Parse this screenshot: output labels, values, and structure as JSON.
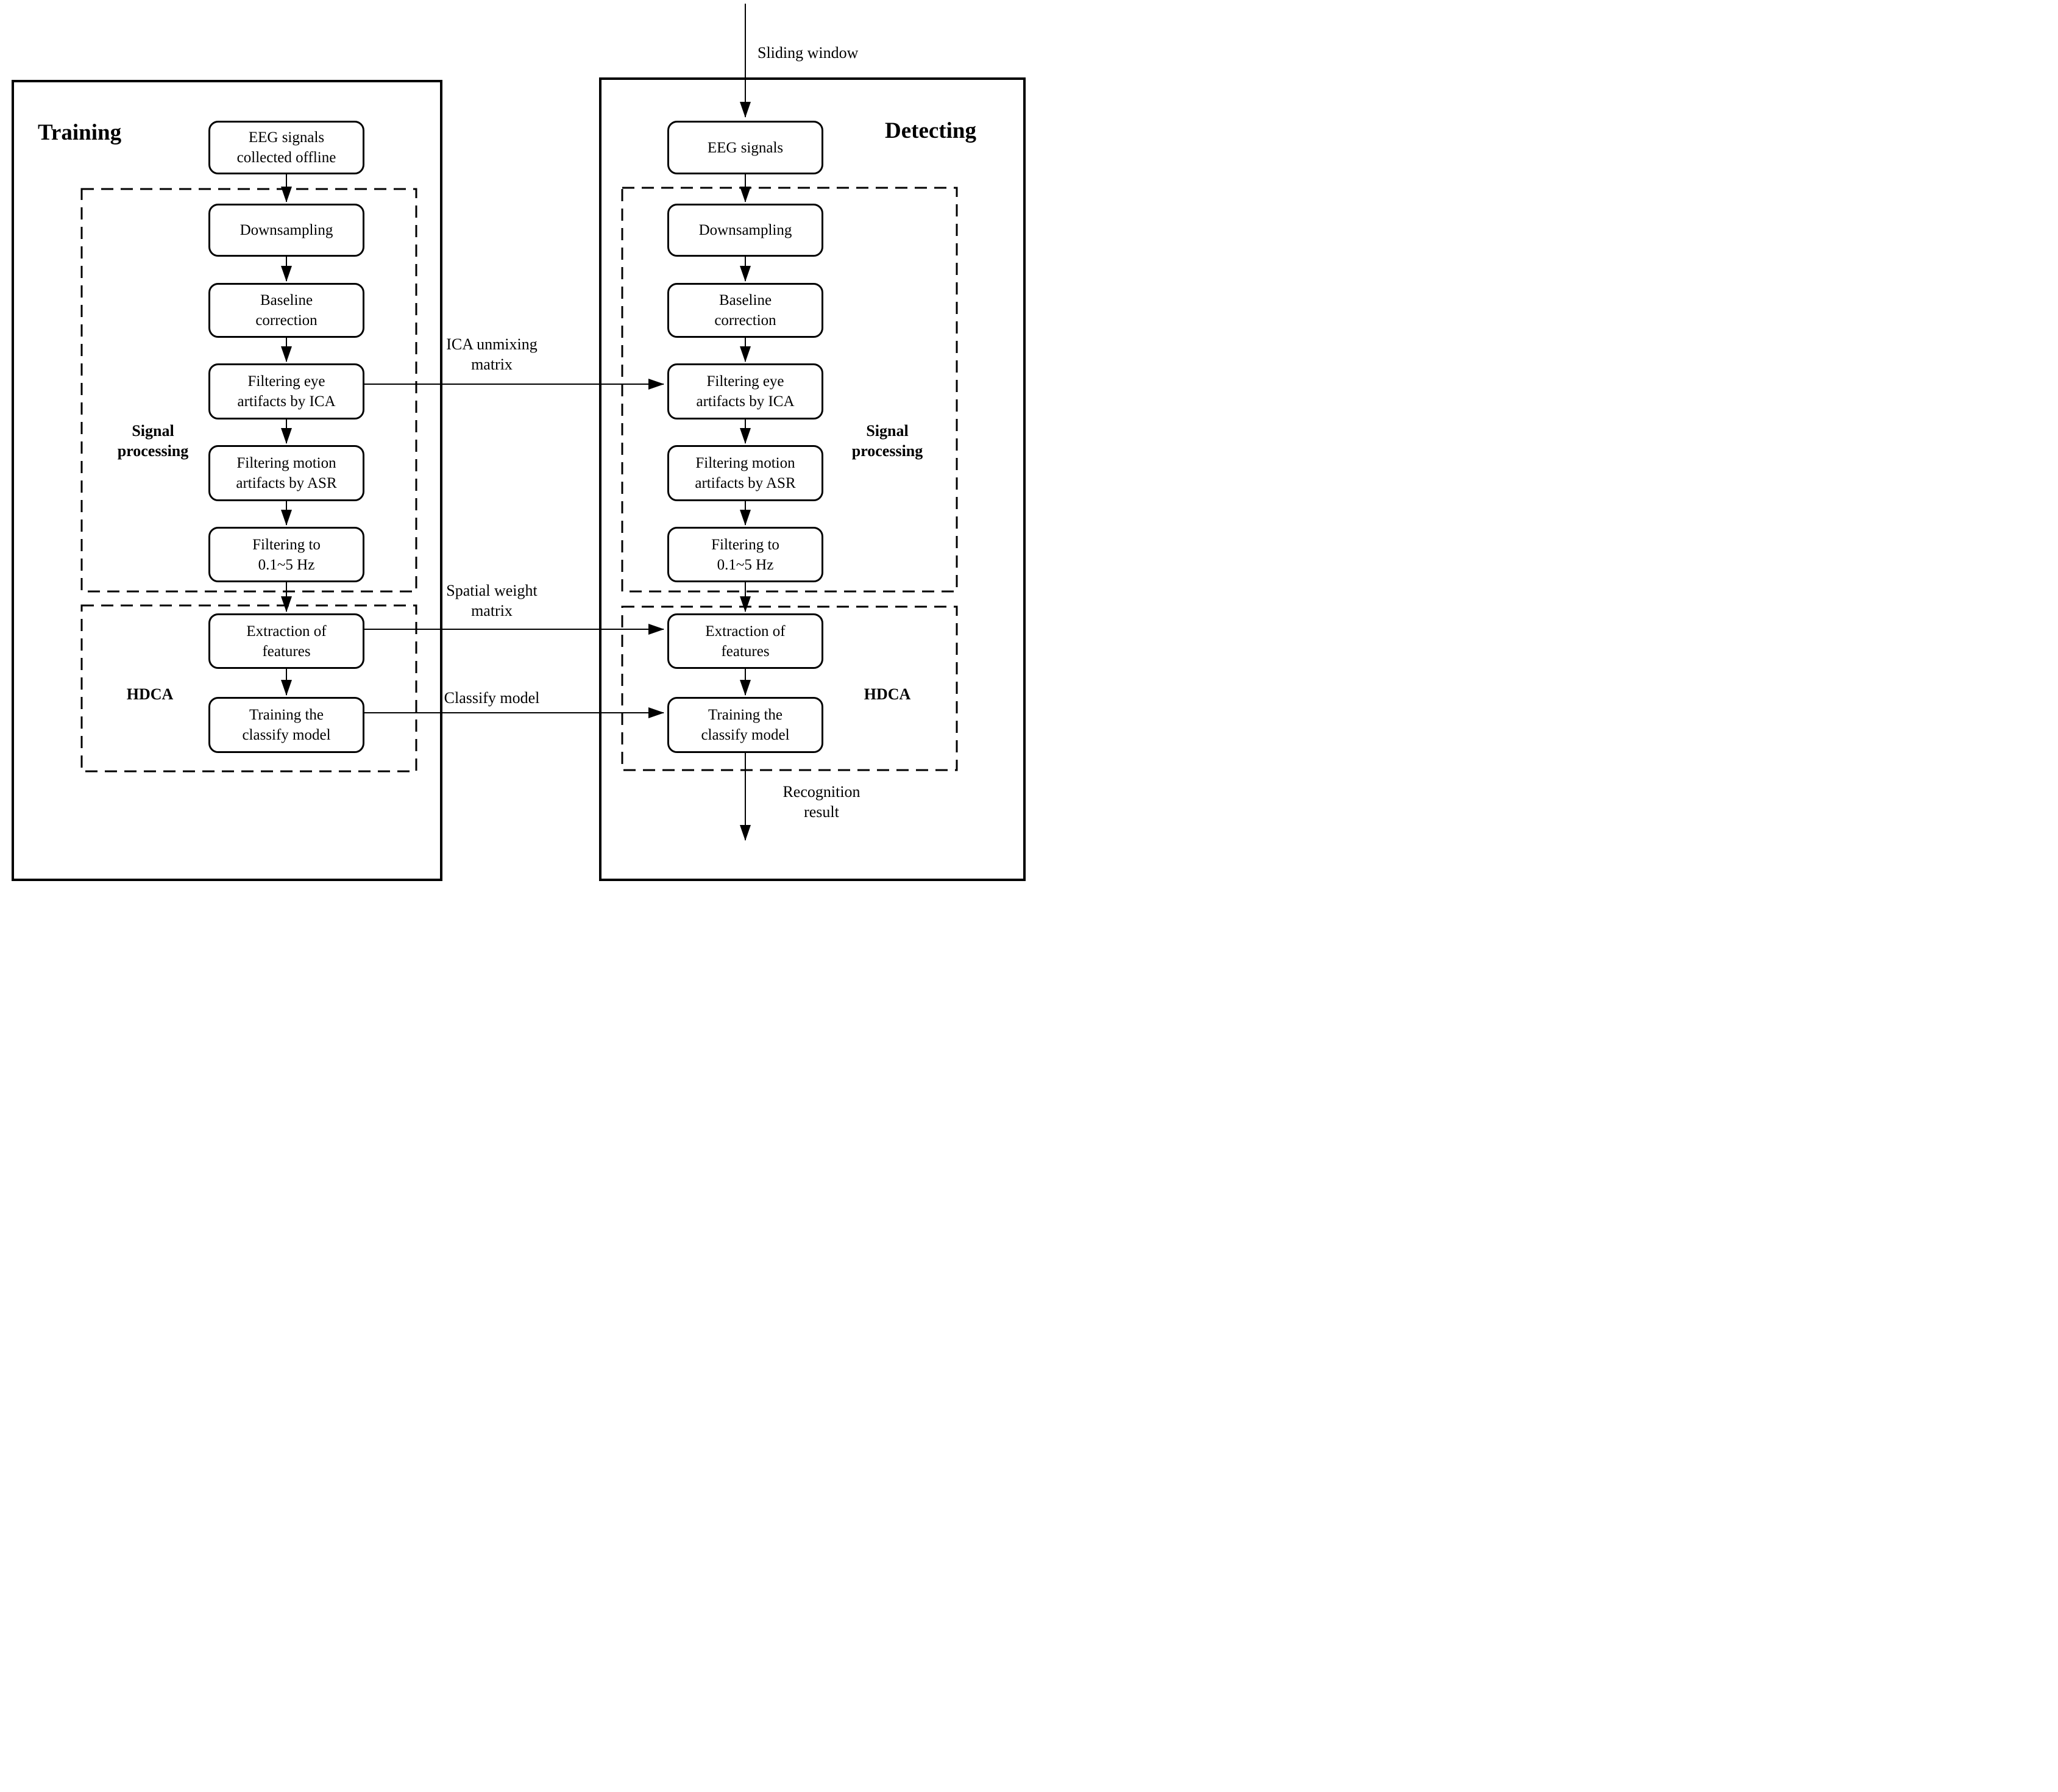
{
  "colors": {
    "line": "#000000",
    "background": "#ffffff",
    "text": "#000000"
  },
  "panels": {
    "training": {
      "title": "Training",
      "group1_label": [
        "Signal",
        "processing"
      ],
      "group2_label": "HDCA",
      "boxes": [
        [
          "EEG signals",
          "collected offline"
        ],
        [
          "Downsampling"
        ],
        [
          "Baseline",
          "correction"
        ],
        [
          "Filtering eye",
          "artifacts by ICA"
        ],
        [
          "Filtering motion",
          "artifacts by ASR"
        ],
        [
          "Filtering to",
          "0.1~5 Hz"
        ],
        [
          "Extraction of",
          "features"
        ],
        [
          "Training the",
          "classify model"
        ]
      ]
    },
    "detecting": {
      "title": "Detecting",
      "group1_label": [
        "Signal",
        "processing"
      ],
      "group2_label": "HDCA",
      "boxes": [
        [
          "EEG signals"
        ],
        [
          "Downsampling"
        ],
        [
          "Baseline",
          "correction"
        ],
        [
          "Filtering eye",
          "artifacts by ICA"
        ],
        [
          "Filtering motion",
          "artifacts by ASR"
        ],
        [
          "Filtering to",
          "0.1~5 Hz"
        ],
        [
          "Extraction of",
          "features"
        ],
        [
          "Training the",
          "classify model"
        ]
      ]
    }
  },
  "annotations": {
    "input_label": "Sliding window",
    "output_label": [
      "Recognition",
      "result"
    ],
    "transfer_labels": [
      [
        "ICA unmixing",
        "matrix"
      ],
      [
        "Spatial weight",
        "matrix"
      ],
      [
        "Classify model"
      ]
    ]
  }
}
